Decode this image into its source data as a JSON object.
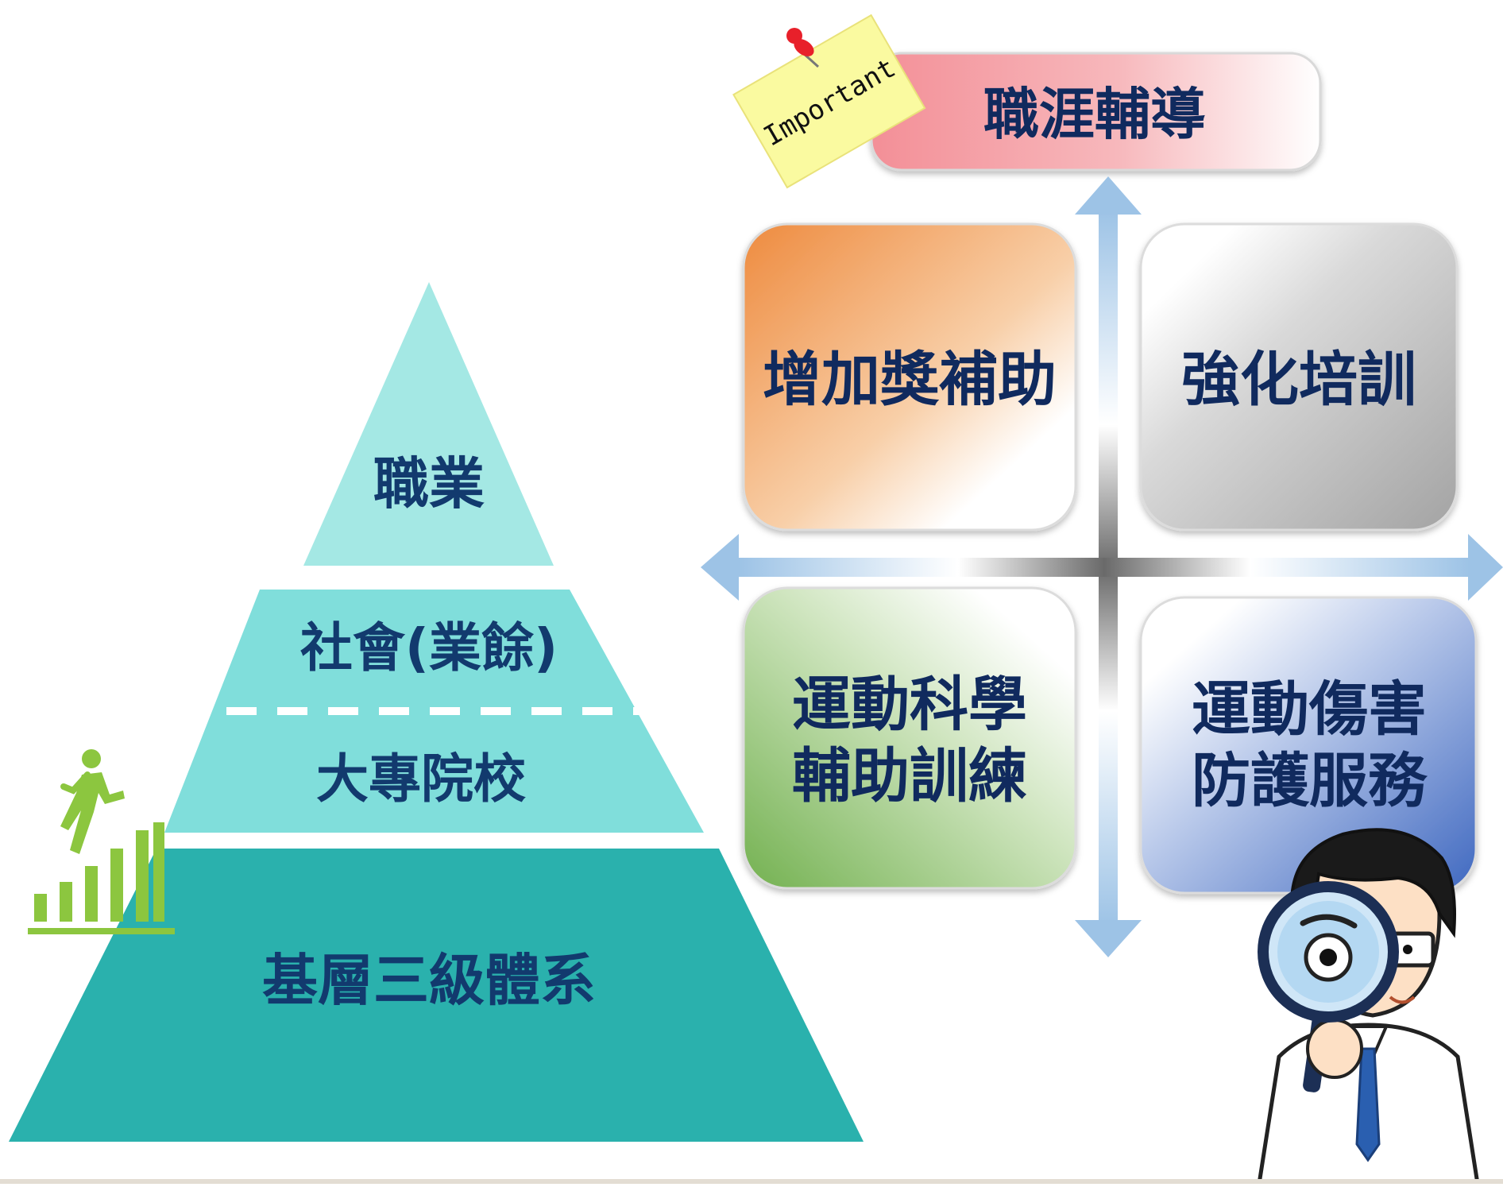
{
  "pyramid": {
    "tiers": [
      {
        "id": "top",
        "label": "職業"
      },
      {
        "id": "middle_upper",
        "label": "社會(業餘)"
      },
      {
        "id": "middle_lower",
        "label": "大專院校"
      },
      {
        "id": "base",
        "label": "基層三級體系"
      }
    ],
    "colors": {
      "top": "#a4e8e4",
      "middle": "#80dedb",
      "base": "#2ab1ad",
      "climber_icon": "#8cc63f"
    },
    "icons": [
      "climbing-stairs-icon"
    ]
  },
  "matrix": {
    "header": {
      "label": "職涯輔導",
      "sticky_note": "Important",
      "colors": {
        "fill_start": "#f6999f",
        "fill_end": "#ffffff",
        "note": "#fafaa0",
        "pin": "#e8202a"
      }
    },
    "quadrants": [
      {
        "id": "top_left",
        "lines": [
          "增加獎補助"
        ],
        "color": "#f29a4e"
      },
      {
        "id": "top_right",
        "lines": [
          "強化培訓"
        ],
        "color": "#a9a9a9"
      },
      {
        "id": "bottom_left",
        "lines": [
          "運動科學",
          "輔助訓練"
        ],
        "color": "#7cb85a"
      },
      {
        "id": "bottom_right",
        "lines": [
          "運動傷害",
          "防護服務"
        ],
        "color": "#4b75c4"
      }
    ],
    "axis_color": "#9dc3e6",
    "icons": [
      "magnifying-glass-researcher-icon",
      "pushpin-icon"
    ]
  }
}
